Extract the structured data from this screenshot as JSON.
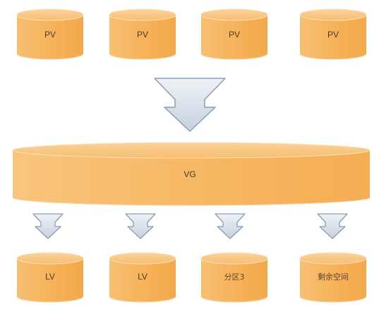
{
  "colors": {
    "cylinder_fill": "#f6b55b",
    "cylinder_top": "#f9c278",
    "cylinder_edge": "#f2d7b0",
    "arrow_fill": "#d6e0ea",
    "arrow_stroke": "#8a9db1"
  },
  "physical_volumes": [
    {
      "label": "PV"
    },
    {
      "label": "PV"
    },
    {
      "label": "PV"
    },
    {
      "label": "PV"
    }
  ],
  "volume_group": {
    "label": "VG"
  },
  "logical_volumes": [
    {
      "label": "LV"
    },
    {
      "label": "LV"
    },
    {
      "label": "分区3"
    },
    {
      "label": "剩余空间"
    }
  ],
  "icons": [
    "big-down-arrow-icon",
    "small-down-arrow-icon"
  ]
}
